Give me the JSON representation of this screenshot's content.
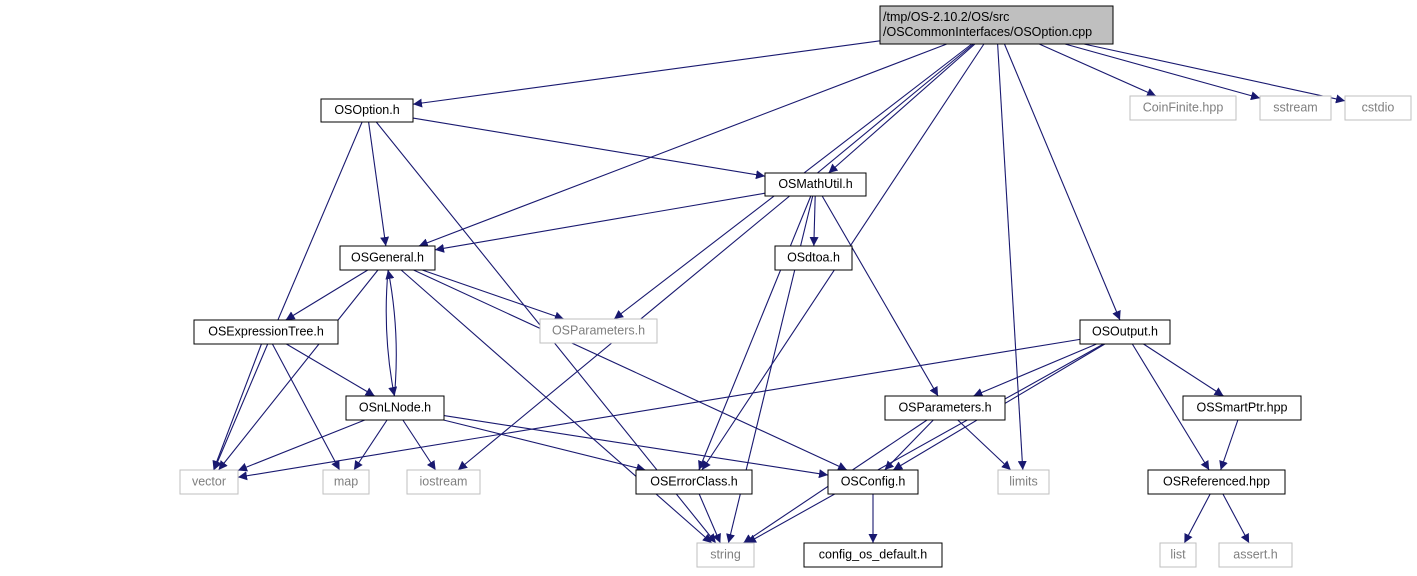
{
  "colors": {
    "edge": "#191970",
    "node_border": "#000000",
    "external_border": "#bfbfbf",
    "external_text": "#7f7f7f",
    "root_fill": "#bfbfbf",
    "text": "#000000"
  },
  "nodes": [
    {
      "id": "root",
      "lines": [
        "/tmp/OS-2.10.2/OS/src",
        "/OSCommonInterfaces/OSOption.cpp"
      ],
      "kind": "root"
    },
    {
      "id": "osoption_h",
      "lines": [
        "OSOption.h"
      ],
      "kind": "internal"
    },
    {
      "id": "coinfinite",
      "lines": [
        "CoinFinite.hpp"
      ],
      "kind": "external"
    },
    {
      "id": "sstream",
      "lines": [
        "sstream"
      ],
      "kind": "external"
    },
    {
      "id": "cstdio",
      "lines": [
        "cstdio"
      ],
      "kind": "external"
    },
    {
      "id": "osmathutil",
      "lines": [
        "OSMathUtil.h"
      ],
      "kind": "internal"
    },
    {
      "id": "osgeneral",
      "lines": [
        "OSGeneral.h"
      ],
      "kind": "internal"
    },
    {
      "id": "osdtoa",
      "lines": [
        "OSdtoa.h"
      ],
      "kind": "internal"
    },
    {
      "id": "osparams_ext",
      "lines": [
        "OSParameters.h"
      ],
      "kind": "external"
    },
    {
      "id": "osoutput",
      "lines": [
        "OSOutput.h"
      ],
      "kind": "internal"
    },
    {
      "id": "osexprtree",
      "lines": [
        "OSExpressionTree.h"
      ],
      "kind": "internal"
    },
    {
      "id": "osnlnode",
      "lines": [
        "OSnLNode.h"
      ],
      "kind": "internal"
    },
    {
      "id": "osparams",
      "lines": [
        "OSParameters.h"
      ],
      "kind": "internal"
    },
    {
      "id": "ossmartptr",
      "lines": [
        "OSSmartPtr.hpp"
      ],
      "kind": "internal"
    },
    {
      "id": "vector",
      "lines": [
        "vector"
      ],
      "kind": "external"
    },
    {
      "id": "map",
      "lines": [
        "map"
      ],
      "kind": "external"
    },
    {
      "id": "iostream",
      "lines": [
        "iostream"
      ],
      "kind": "external"
    },
    {
      "id": "oserrorclass",
      "lines": [
        "OSErrorClass.h"
      ],
      "kind": "internal"
    },
    {
      "id": "osconfig",
      "lines": [
        "OSConfig.h"
      ],
      "kind": "internal"
    },
    {
      "id": "limits",
      "lines": [
        "limits"
      ],
      "kind": "external"
    },
    {
      "id": "osreferenced",
      "lines": [
        "OSReferenced.hpp"
      ],
      "kind": "internal"
    },
    {
      "id": "string",
      "lines": [
        "string"
      ],
      "kind": "external"
    },
    {
      "id": "configosdefault",
      "lines": [
        "config_os_default.h"
      ],
      "kind": "internal"
    },
    {
      "id": "list",
      "lines": [
        "list"
      ],
      "kind": "external"
    },
    {
      "id": "assert",
      "lines": [
        "assert.h"
      ],
      "kind": "external"
    }
  ],
  "edges": [
    [
      "root",
      "osoption_h"
    ],
    [
      "root",
      "coinfinite"
    ],
    [
      "root",
      "sstream"
    ],
    [
      "root",
      "cstdio"
    ],
    [
      "root",
      "osgeneral"
    ],
    [
      "root",
      "iostream"
    ],
    [
      "root",
      "oserrorclass"
    ],
    [
      "root",
      "osmathutil"
    ],
    [
      "root",
      "osparams_ext"
    ],
    [
      "root",
      "limits"
    ],
    [
      "root",
      "osoutput"
    ],
    [
      "osoption_h",
      "osmathutil"
    ],
    [
      "osoption_h",
      "osgeneral"
    ],
    [
      "osoption_h",
      "vector"
    ],
    [
      "osoption_h",
      "string"
    ],
    [
      "osmathutil",
      "osgeneral"
    ],
    [
      "osmathutil",
      "osdtoa"
    ],
    [
      "osmathutil",
      "oserrorclass"
    ],
    [
      "osmathutil",
      "string"
    ],
    [
      "osmathutil",
      "osparams"
    ],
    [
      "osgeneral",
      "osexprtree"
    ],
    [
      "osgeneral",
      "osparams_ext"
    ],
    [
      "osgeneral",
      "osnlnode"
    ],
    [
      "osgeneral",
      "vector"
    ],
    [
      "osgeneral",
      "string"
    ],
    [
      "osgeneral",
      "osconfig"
    ],
    [
      "osexprtree",
      "osnlnode"
    ],
    [
      "osexprtree",
      "vector"
    ],
    [
      "osexprtree",
      "map"
    ],
    [
      "osnlnode",
      "osgeneral"
    ],
    [
      "osnlnode",
      "vector"
    ],
    [
      "osnlnode",
      "map"
    ],
    [
      "osnlnode",
      "iostream"
    ],
    [
      "osnlnode",
      "oserrorclass"
    ],
    [
      "osnlnode",
      "osconfig"
    ],
    [
      "osoutput",
      "vector"
    ],
    [
      "osoutput",
      "osparams"
    ],
    [
      "osoutput",
      "osconfig"
    ],
    [
      "osoutput",
      "ossmartptr"
    ],
    [
      "osoutput",
      "osreferenced"
    ],
    [
      "osoutput",
      "string"
    ],
    [
      "osparams",
      "osconfig"
    ],
    [
      "osparams",
      "limits"
    ],
    [
      "osparams",
      "string"
    ],
    [
      "ossmartptr",
      "osreferenced"
    ],
    [
      "osreferenced",
      "list"
    ],
    [
      "osreferenced",
      "assert"
    ],
    [
      "oserrorclass",
      "string"
    ],
    [
      "osconfig",
      "configosdefault"
    ]
  ]
}
